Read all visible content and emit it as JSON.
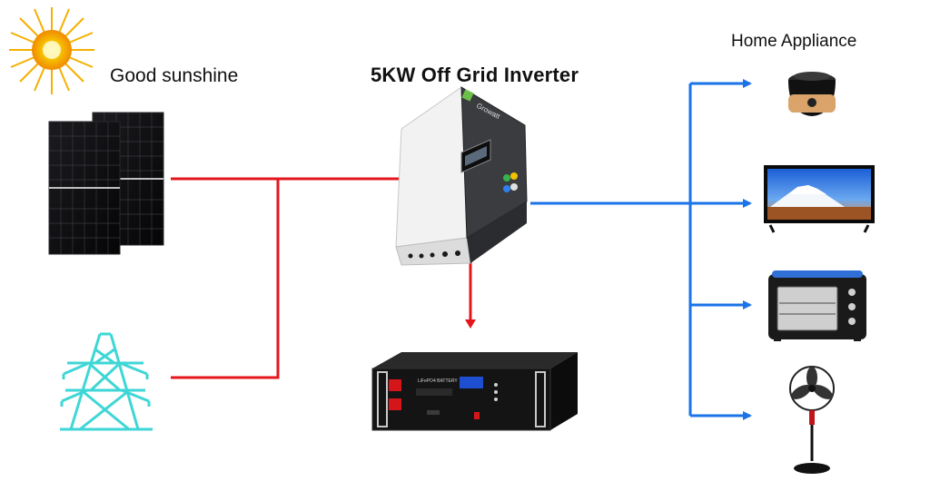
{
  "labels": {
    "sunshine": "Good sunshine",
    "inverter_title": "5KW Off Grid Inverter",
    "home_appliance": "Home Appliance"
  },
  "inverter": {
    "brand": "Growatt"
  },
  "battery": {
    "name": "LiFePO4 BATTERY"
  },
  "colors": {
    "input_line": "#e4161c",
    "output_line": "#1a73e8",
    "pylon": "#3fd6d6",
    "panel": "#0e0e10",
    "inverter_body": "#ececec",
    "battery_body": "#141414",
    "battery_terminal": "#d4161b",
    "sun_core": "#f7c400"
  },
  "icons": [
    "sun-icon",
    "solar-panel-icon",
    "power-pylon-icon",
    "inverter-icon",
    "battery-icon",
    "rice-cooker-icon",
    "tv-icon",
    "oven-icon",
    "fan-icon"
  ]
}
